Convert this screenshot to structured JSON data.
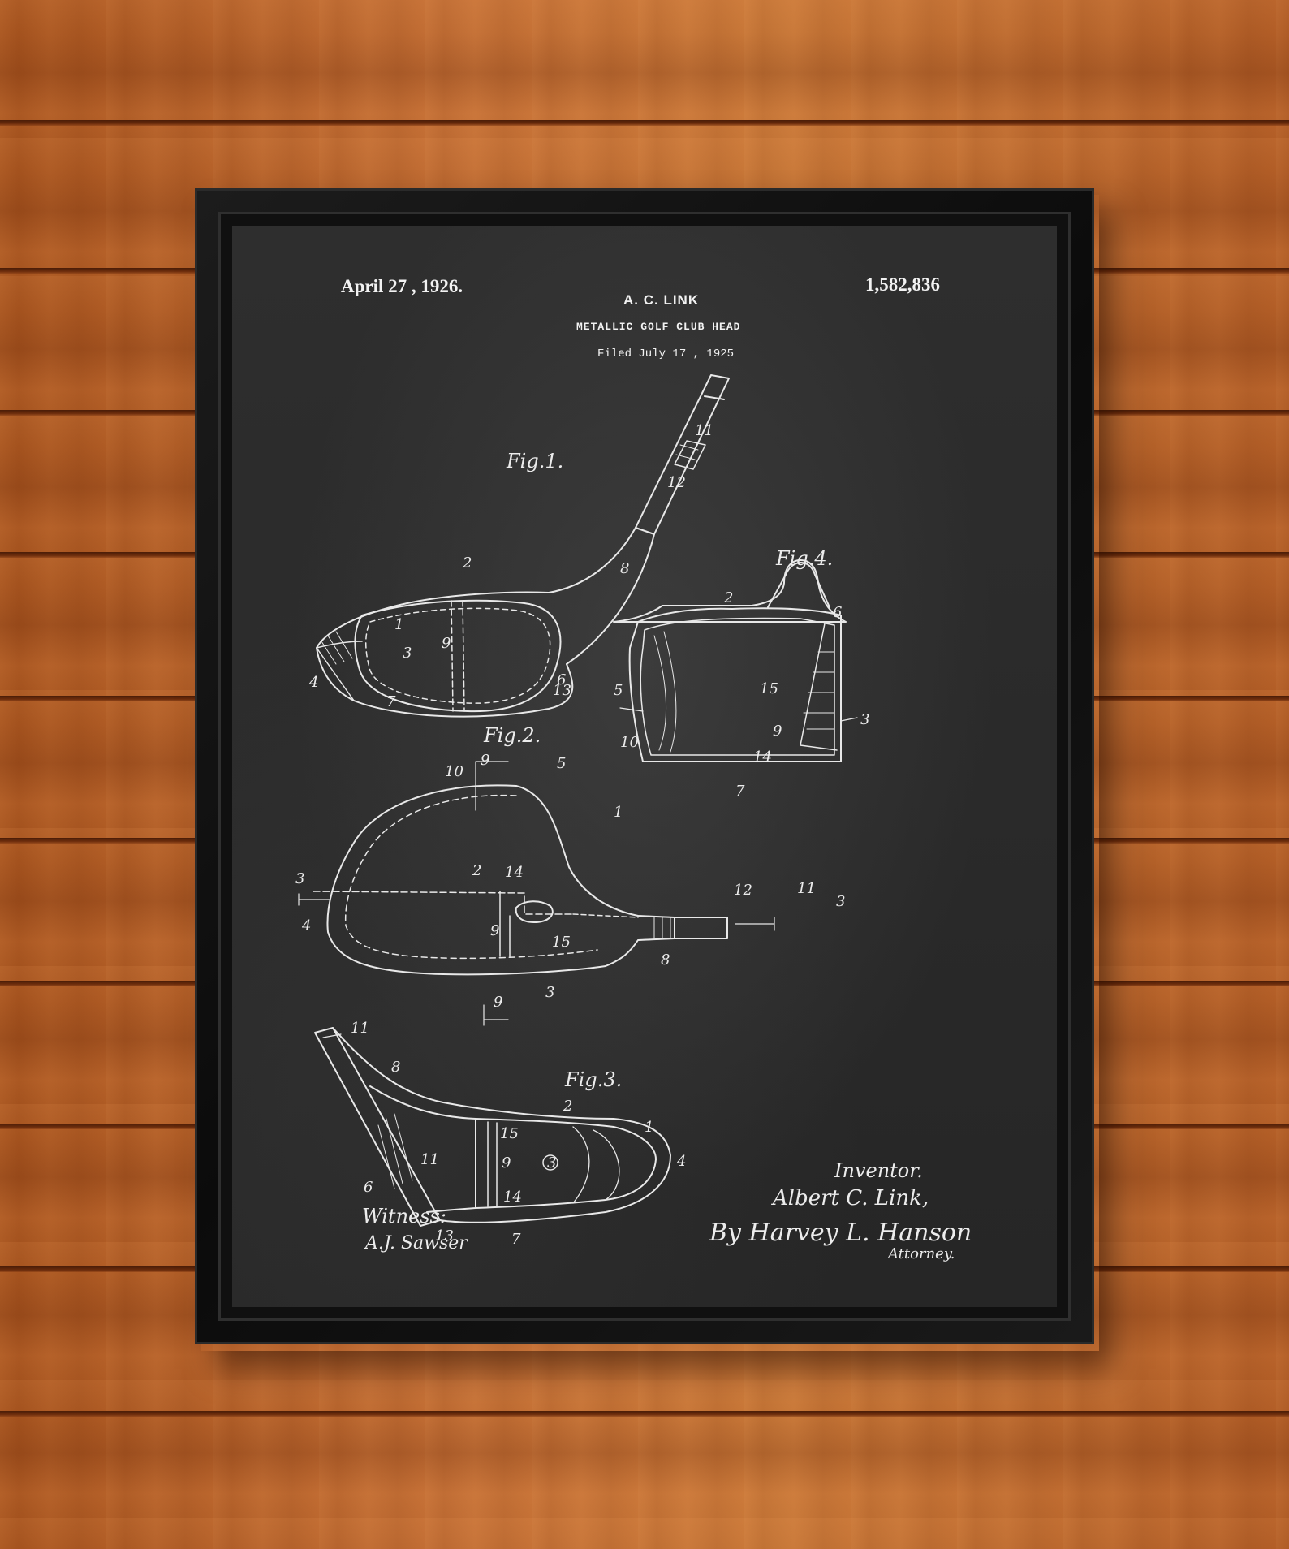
{
  "poster": {
    "date": "April 27 , 1926.",
    "patent_number": "1,582,836",
    "inventor_name": "A. C. LINK",
    "title": "METALLIC GOLF CLUB HEAD",
    "filed": "Filed July 17 , 1925"
  },
  "figures": {
    "fig1_label": "Fig.1.",
    "fig2_label": "Fig.2.",
    "fig3_label": "Fig.3.",
    "fig4_label": "Fig.4."
  },
  "signatures": {
    "witness_label": "Witness:",
    "witness_name": "A.J. Sawser",
    "inventor_label": "Inventor.",
    "inventor_name": "Albert C. Link,",
    "attorney_by": "By Harvey L. Hanson",
    "attorney_label": "Attorney."
  },
  "colors": {
    "wood": "#c06a30",
    "chalkboard": "#2b2b2b",
    "chalk": "#ececec",
    "frame": "#111111"
  }
}
